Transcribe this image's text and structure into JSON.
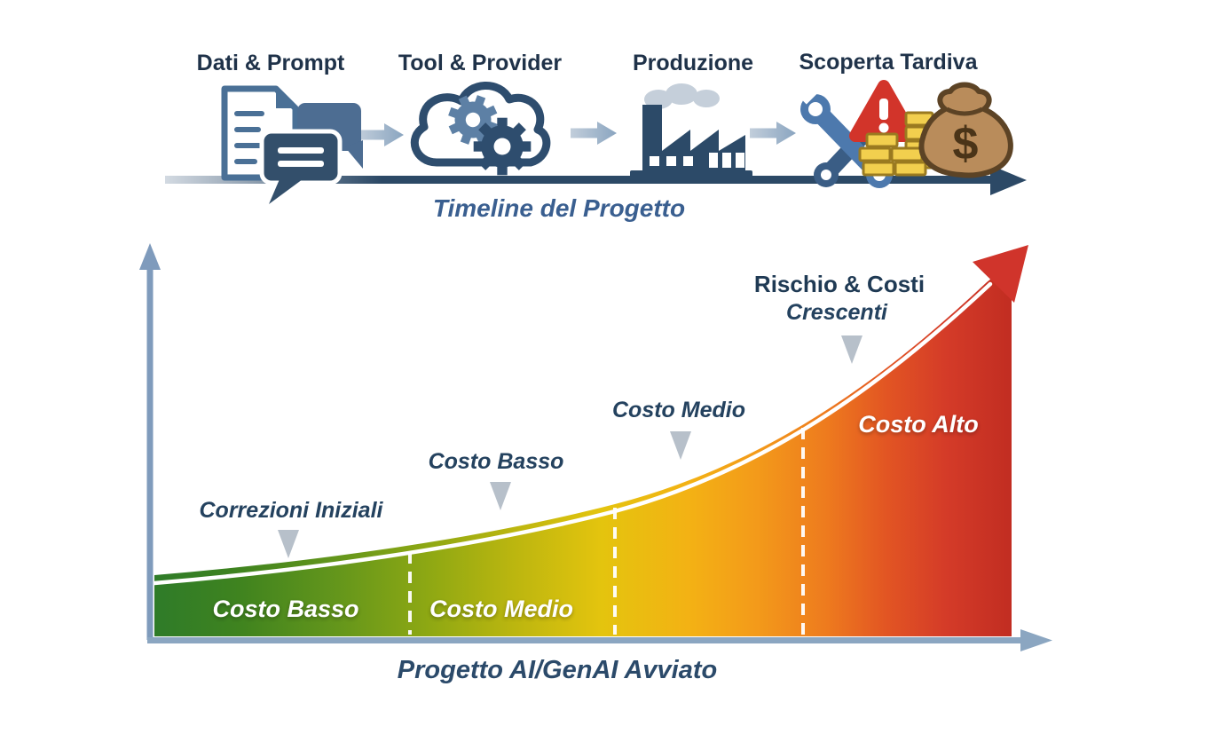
{
  "timeline": {
    "caption": "Timeline del Progetto",
    "stages": [
      {
        "label": "Dati & Prompt",
        "icon": "documents-chat-icon"
      },
      {
        "label": "Tool & Provider",
        "icon": "cloud-gears-icon"
      },
      {
        "label": "Produzione",
        "icon": "factory-icon"
      },
      {
        "label": "Scoperta Tardiva",
        "icon": "tools-warning-money-icon"
      }
    ]
  },
  "chart_data": {
    "type": "area",
    "title": "",
    "xlabel": "Progetto AI/GenAI Avviato",
    "ylabel": "",
    "curve_shape": "exponential cost/risk growth",
    "curve_points_normalized": [
      [
        0,
        0.1
      ],
      [
        0.25,
        0.15
      ],
      [
        0.4,
        0.22
      ],
      [
        0.54,
        0.33
      ],
      [
        0.68,
        0.5
      ],
      [
        0.8,
        0.68
      ],
      [
        0.9,
        0.85
      ],
      [
        1.0,
        1.0
      ]
    ],
    "zones": [
      {
        "label": "Costo Basso",
        "color": "#2e7b29"
      },
      {
        "label": "Costo Medio",
        "color": "#e4c40e"
      },
      {
        "label": "Costo Alto",
        "color": "#c93023"
      }
    ],
    "zone_divider_style": "white dashed vertical lines",
    "annotations": [
      {
        "text": "Correzioni Iniziali"
      },
      {
        "text": "Costo Basso"
      },
      {
        "text": "Costo Medio"
      },
      {
        "text": "Rischio & Costi",
        "text2": "Crescenti"
      }
    ],
    "grid": false,
    "legend": false
  },
  "icons": {
    "dollar_symbol": "$"
  },
  "colors": {
    "stage_label_text": "#1f3249",
    "timeline_caption_text": "#3a5f90",
    "annotation_text": "#24425f",
    "x_label_text": "#2b4a6a",
    "timeline_bar": "#2c4966",
    "connector_arrow": "#8aa5c0",
    "axis_y": "#7f9bbc",
    "axis_x": "#8ba6c1",
    "pointer_triangle": "#b7c0ca",
    "curve_line": "#ffffff",
    "arrow_head_red": "#d0342b",
    "warning_red": "#d2342a",
    "gold": "#f2cf4e",
    "money_bag_brown": "#b98c5b",
    "gradient_stops": [
      "#2e7b29",
      "#66971b",
      "#bcb60f",
      "#e4c40e",
      "#f3b214",
      "#ee7b1e",
      "#d43b28",
      "#c02c21"
    ]
  }
}
